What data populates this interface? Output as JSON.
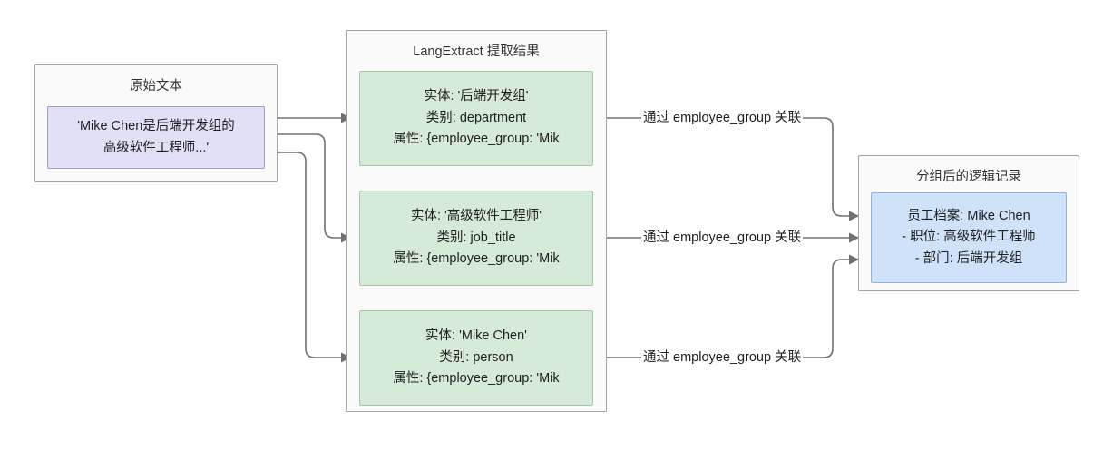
{
  "diagram": {
    "title_bar": "",
    "clusters": [
      {
        "id": "source",
        "title": "原始文本"
      },
      {
        "id": "langextract",
        "title": "LangExtract 提取结果"
      },
      {
        "id": "grouped",
        "title": "分组后的逻辑记录"
      }
    ],
    "nodes": {
      "source_text": {
        "lines": [
          "'Mike Chen是后端开发组的",
          "高级软件工程师...'"
        ]
      },
      "entity_department": {
        "lines": [
          "实体: '后端开发组'",
          "类别: department",
          "属性: {employee_group: 'Mik"
        ]
      },
      "entity_job_title": {
        "lines": [
          "实体: '高级软件工程师'",
          "类别: job_title",
          "属性: {employee_group: 'Mik"
        ]
      },
      "entity_person": {
        "lines": [
          "实体: 'Mike Chen'",
          "类别: person",
          "属性: {employee_group: 'Mik"
        ]
      },
      "employee_record": {
        "lines": [
          "员工档案: Mike Chen",
          "- 职位: 高级软件工程师",
          "- 部门: 后端开发组"
        ]
      }
    },
    "edge_labels": [
      "通过 employee_group 关联",
      "通过 employee_group 关联",
      "通过 employee_group 关联"
    ],
    "colors": {
      "purple_fill": "#e2e0f7",
      "purple_stroke": "#9e9ec4",
      "green_fill": "#d6ead8",
      "green_stroke": "#a6c8a8",
      "blue_fill": "#cfe2fa",
      "blue_stroke": "#8fb5dd",
      "cluster_fill": "#fbfbfb",
      "cluster_stroke": "#a4a4a4",
      "edge_stroke": "#707070",
      "background": "#ffffff"
    }
  }
}
